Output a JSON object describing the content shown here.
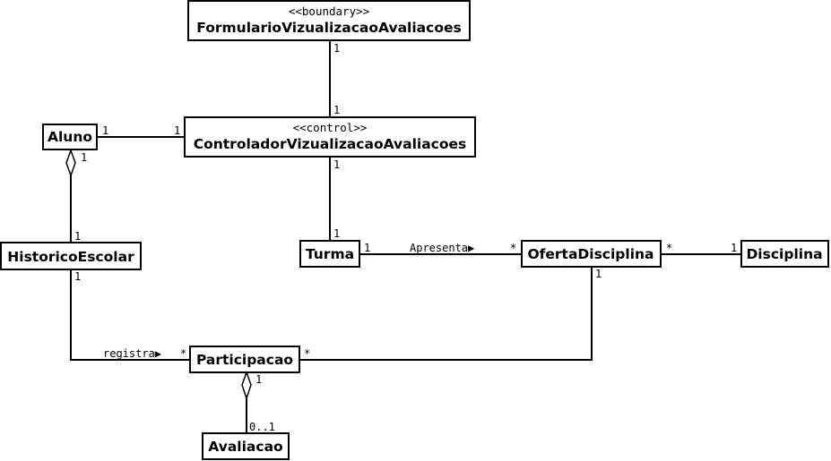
{
  "classes": {
    "formulario": {
      "stereotype": "<<boundary>>",
      "name": "FormularioVizualizacaoAvaliacoes"
    },
    "controlador": {
      "stereotype": "<<control>>",
      "name": "ControladorVizualizacaoAvaliacoes"
    },
    "aluno": {
      "name": "Aluno"
    },
    "historico": {
      "name": "HistoricoEscolar"
    },
    "turma": {
      "name": "Turma"
    },
    "oferta": {
      "name": "OfertaDisciplina"
    },
    "disciplina": {
      "name": "Disciplina"
    },
    "participacao": {
      "name": "Participacao"
    },
    "avaliacao": {
      "name": "Avaliacao"
    }
  },
  "relations": {
    "formulario_controlador": {
      "source_mult": "1",
      "target_mult": "1"
    },
    "aluno_controlador": {
      "source_mult": "1",
      "target_mult": "1"
    },
    "aluno_historico": {
      "source_mult": "1",
      "target_mult": "1"
    },
    "controlador_turma": {
      "source_mult": "1",
      "target_mult": "1"
    },
    "turma_oferta": {
      "source_mult": "1",
      "target_mult": "*",
      "label": "Apresenta▶"
    },
    "oferta_disciplina": {
      "source_mult": "*",
      "target_mult": "1"
    },
    "historico_participacao": {
      "source_mult": "1",
      "target_mult": "*",
      "label": "registra▶"
    },
    "oferta_participacao": {
      "source_mult": "1",
      "target_mult": "*"
    },
    "participacao_avaliacao": {
      "source_mult": "1",
      "target_mult": "0..1"
    }
  }
}
